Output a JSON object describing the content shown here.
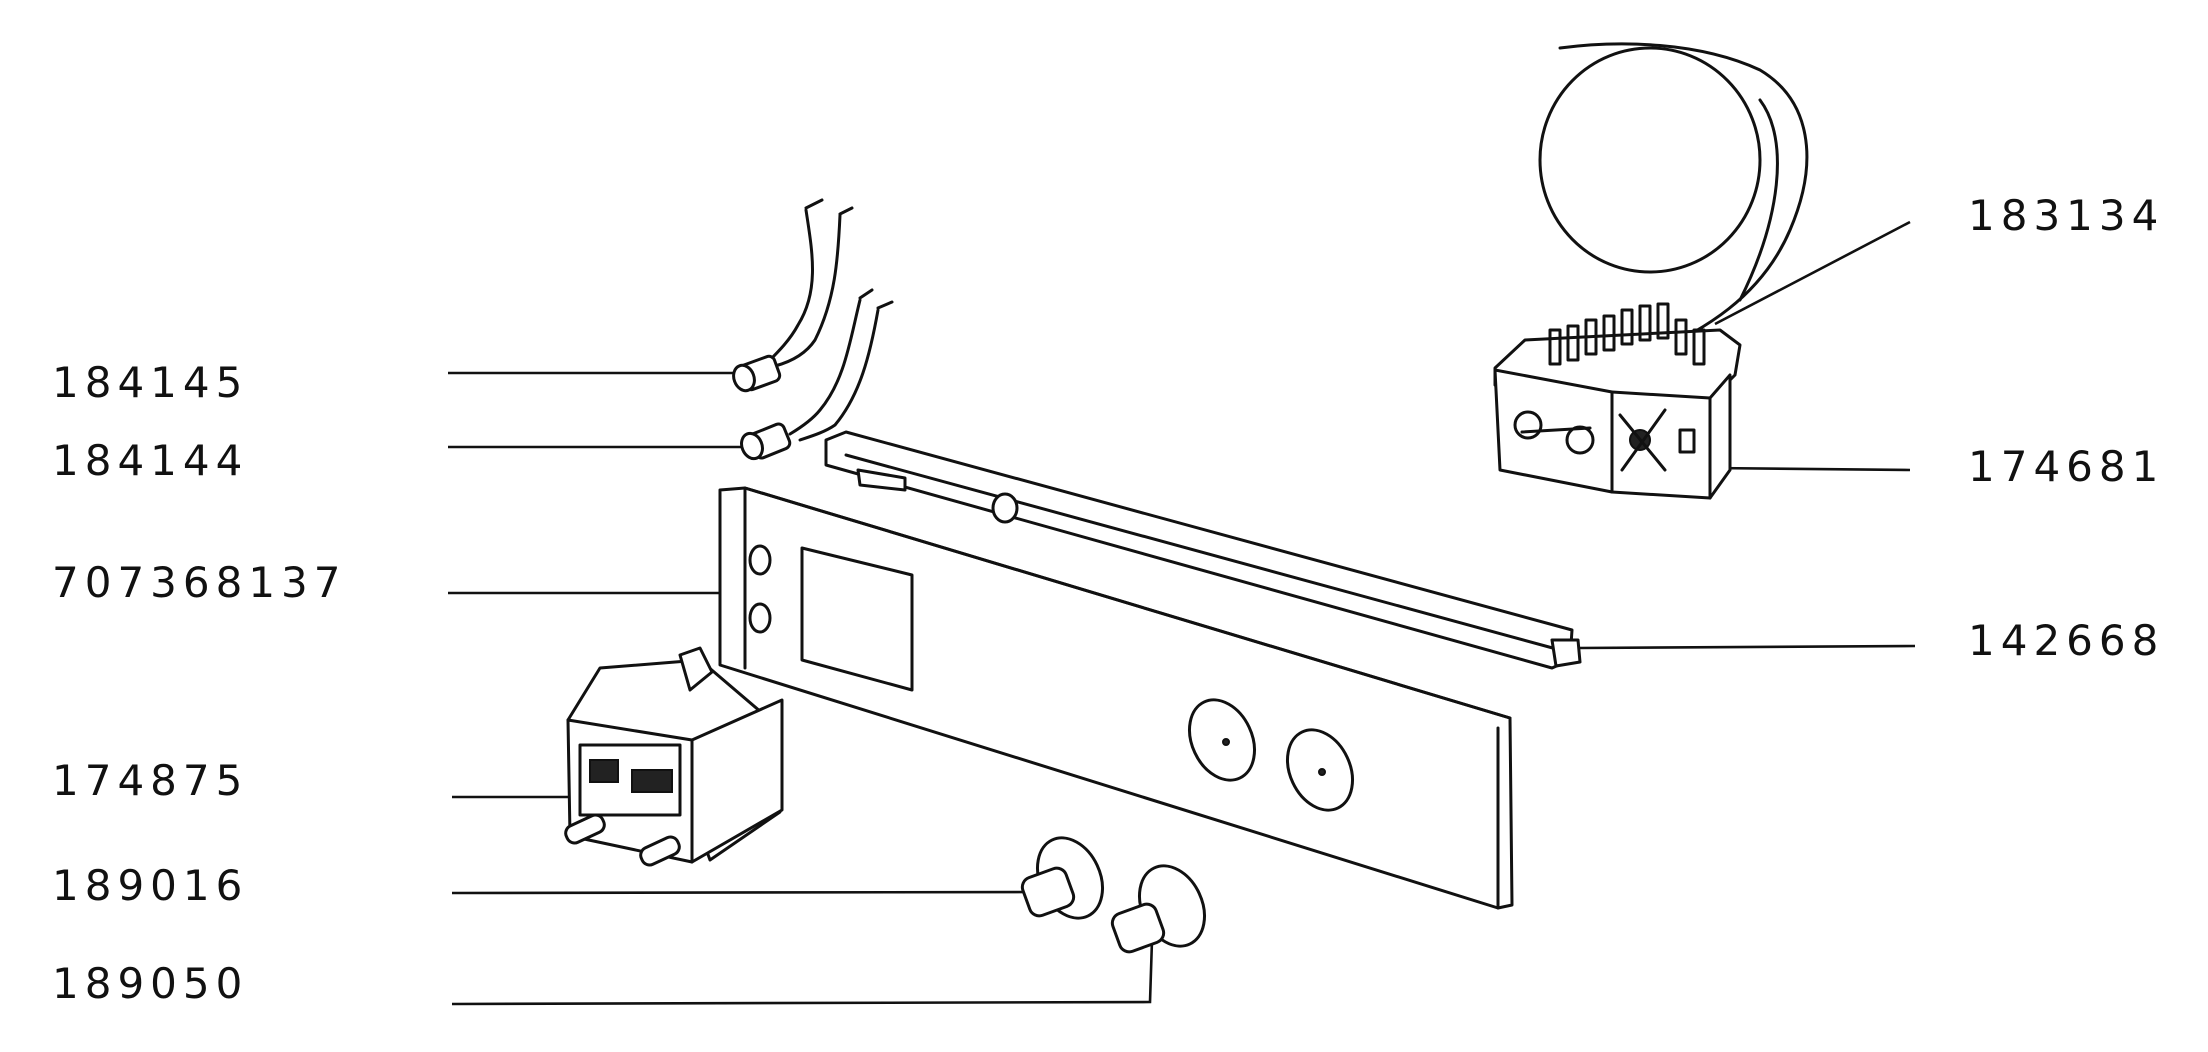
{
  "diagram": {
    "labels": {
      "left": [
        "184145",
        "184144",
        "707368137",
        "174875",
        "189016",
        "189050"
      ],
      "right": [
        "183134",
        "174681",
        "142668"
      ]
    },
    "icons": [
      "wire-harness-lamp",
      "thermostat-switch",
      "front-panel",
      "trim-strip",
      "digital-timer",
      "control-knob"
    ],
    "colors": {
      "ink": "#111111",
      "paper": "#ffffff"
    }
  }
}
